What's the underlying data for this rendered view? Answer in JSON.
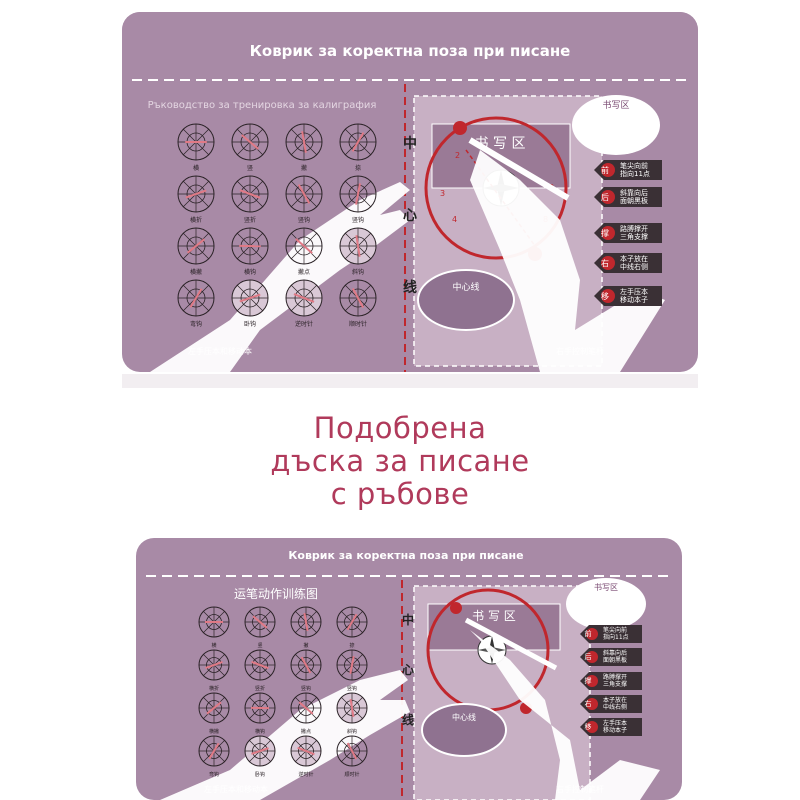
{
  "colors": {
    "mat": "#a88aa6",
    "mat_dark": "#8f7290",
    "accent": "#c0272d",
    "caption": "#b03a5b"
  },
  "caption": {
    "line1": "Подобрена",
    "line2": "дъска за писане",
    "line3": "с ръбове"
  },
  "mat_top": {
    "title": "Коврик за коректна поза при писане",
    "left_heading": "Ръководство за тренировка за калиграфия",
    "left_row_labels": [
      [
        "横",
        "竖",
        "撇",
        "捺"
      ],
      [
        "横折",
        "竖折",
        "竖钩",
        "竖钩"
      ],
      [
        "横撇",
        "横钩",
        "撇点",
        "斜钩"
      ],
      [
        "弯钩",
        "卧钩",
        "逆时针",
        "顺时针"
      ]
    ],
    "left_footer": "左手压本和移动本",
    "center_line": "中心线",
    "writing_zone": "书 写 区",
    "writing_zone_bubble": "书写区",
    "center_bubble": "中心线",
    "right_footer": "右手控制笔杆",
    "pens": [
      {
        "char": "前",
        "text": "笔尖向前 指向11点"
      },
      {
        "char": "后",
        "text": "斜靠向后 面朝黑板"
      },
      {
        "char": "撑",
        "text": "路膊撑开 三角支撑"
      },
      {
        "char": "右",
        "text": "本子放在 中线右侧"
      },
      {
        "char": "移",
        "text": "左手压本 移动本子"
      }
    ]
  },
  "mat_bottom": {
    "title": "Коврик за коректна поза при писане",
    "left_heading": "运笔动作训练图",
    "left_footer": "左手压本和移动本",
    "right_footer": "右手控制笔杆"
  }
}
